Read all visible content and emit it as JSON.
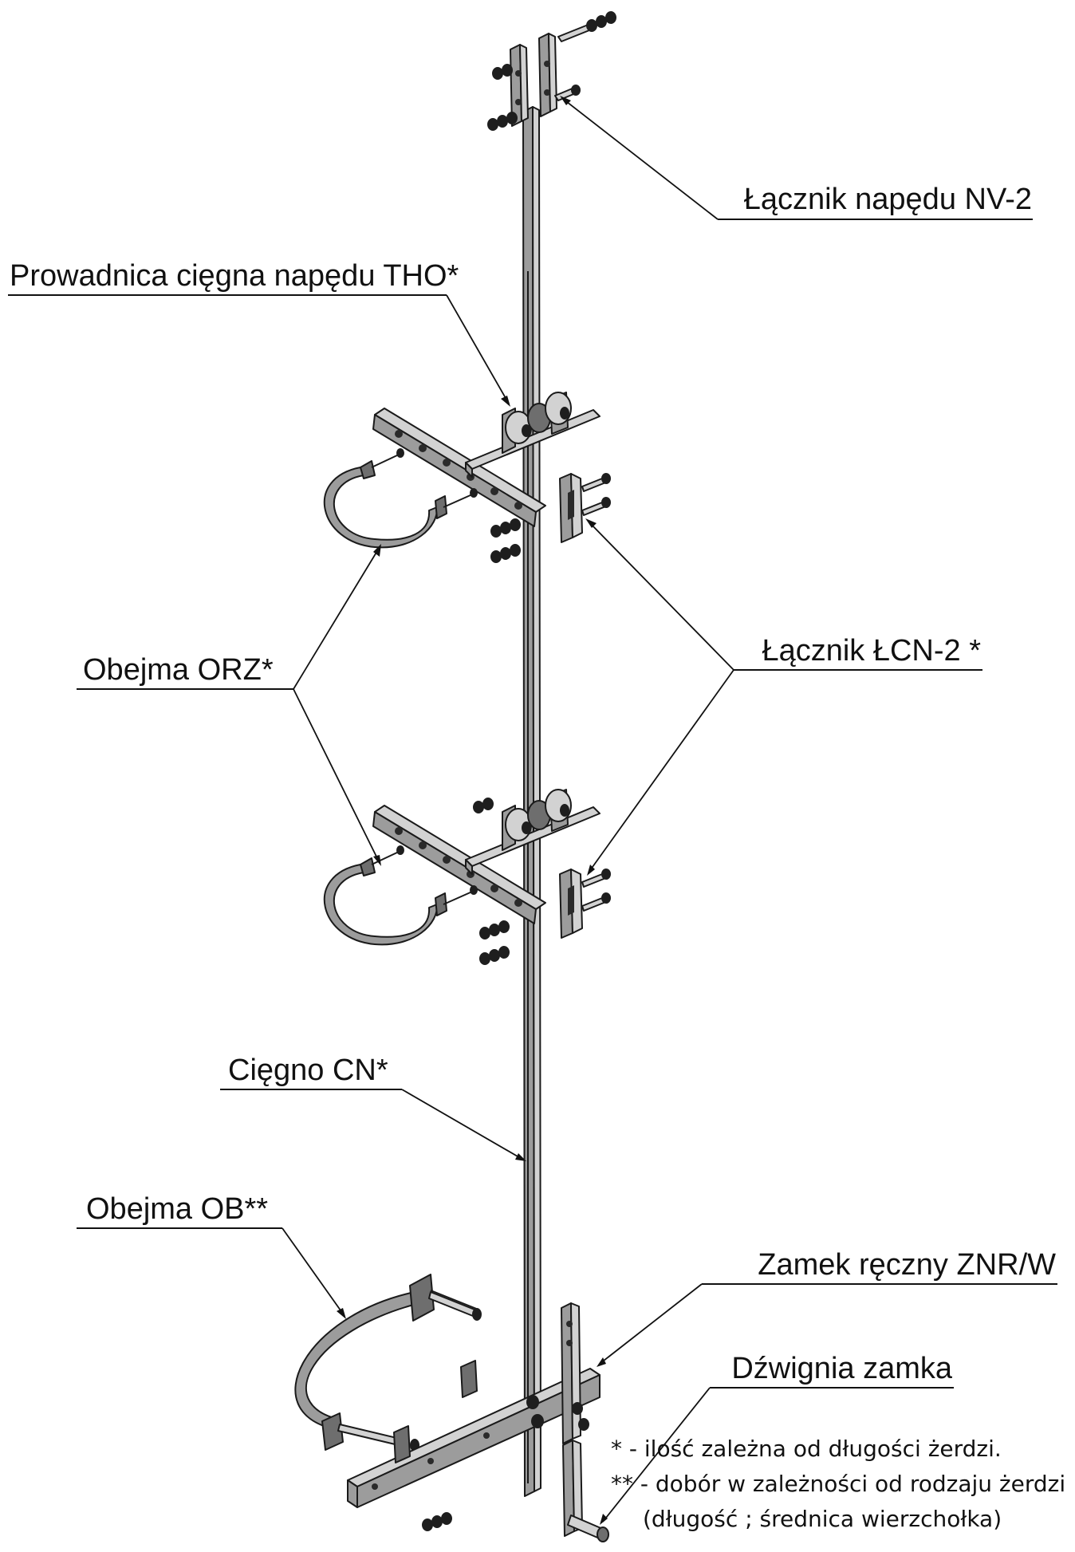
{
  "labels": {
    "lacznik_nv2": "Łącznik napędu NV-2",
    "prowadnica_tho": "Prowadnica cięgna napędu THO*",
    "obejma_orz": "Obejma ORZ*",
    "lacznik_lcn2": "Łącznik ŁCN-2 *",
    "cieglo_cn": "Cięgno CN*",
    "zamek_znr": "Zamek ręczny ZNR/W",
    "obejma_ob": "Obejma OB**",
    "dzwignia": "Dźwignia zamka"
  },
  "notes": {
    "line1": "* - ilość zależna od długości żerdzi.",
    "line2": "** - dobór w zależności od rodzaju żerdzi",
    "line3": "(długość ; średnica wierzchołka)"
  },
  "colors": {
    "metal": "#9c9c9c",
    "metal_light": "#d2d2d2",
    "metal_dark": "#6e6e6e",
    "ink": "#111111"
  }
}
